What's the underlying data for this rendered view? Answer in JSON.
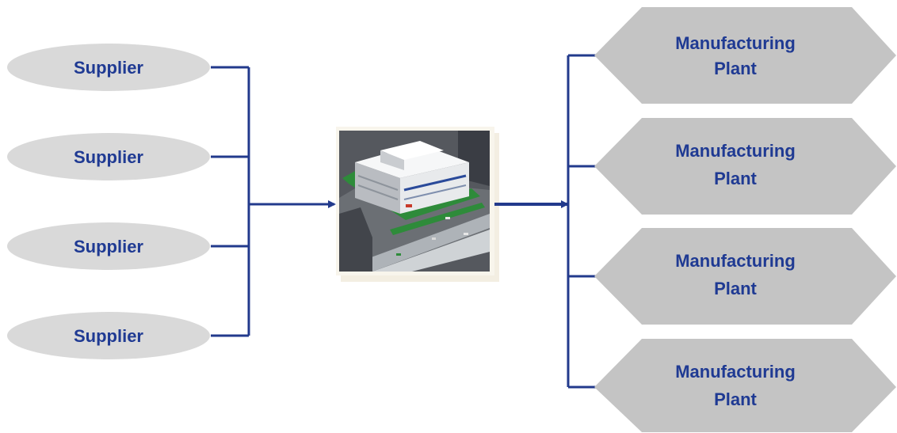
{
  "suppliers": [
    {
      "label": "Supplier"
    },
    {
      "label": "Supplier"
    },
    {
      "label": "Supplier"
    },
    {
      "label": "Supplier"
    }
  ],
  "plants": [
    {
      "label_line1": "Manufacturing",
      "label_line2": "Plant"
    },
    {
      "label_line1": "Manufacturing",
      "label_line2": "Plant"
    },
    {
      "label_line1": "Manufacturing",
      "label_line2": "Plant"
    },
    {
      "label_line1": "Manufacturing",
      "label_line2": "Plant"
    }
  ],
  "hub": {
    "image": "warehouse-building-photo"
  },
  "colors": {
    "text": "#1f3a93",
    "connector": "#223a8c",
    "supplier_fill": "#d9d9d9",
    "plant_fill": "#c4c4c4"
  }
}
